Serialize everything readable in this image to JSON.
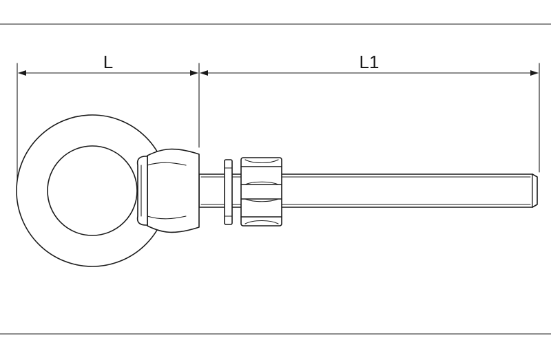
{
  "drawing": {
    "subject": "eye-bolt-with-washer-and-nut",
    "dimensions": [
      {
        "label": "L"
      },
      {
        "label": "L1"
      }
    ],
    "line_color": "#1a1a1a",
    "background": "#ffffff"
  }
}
